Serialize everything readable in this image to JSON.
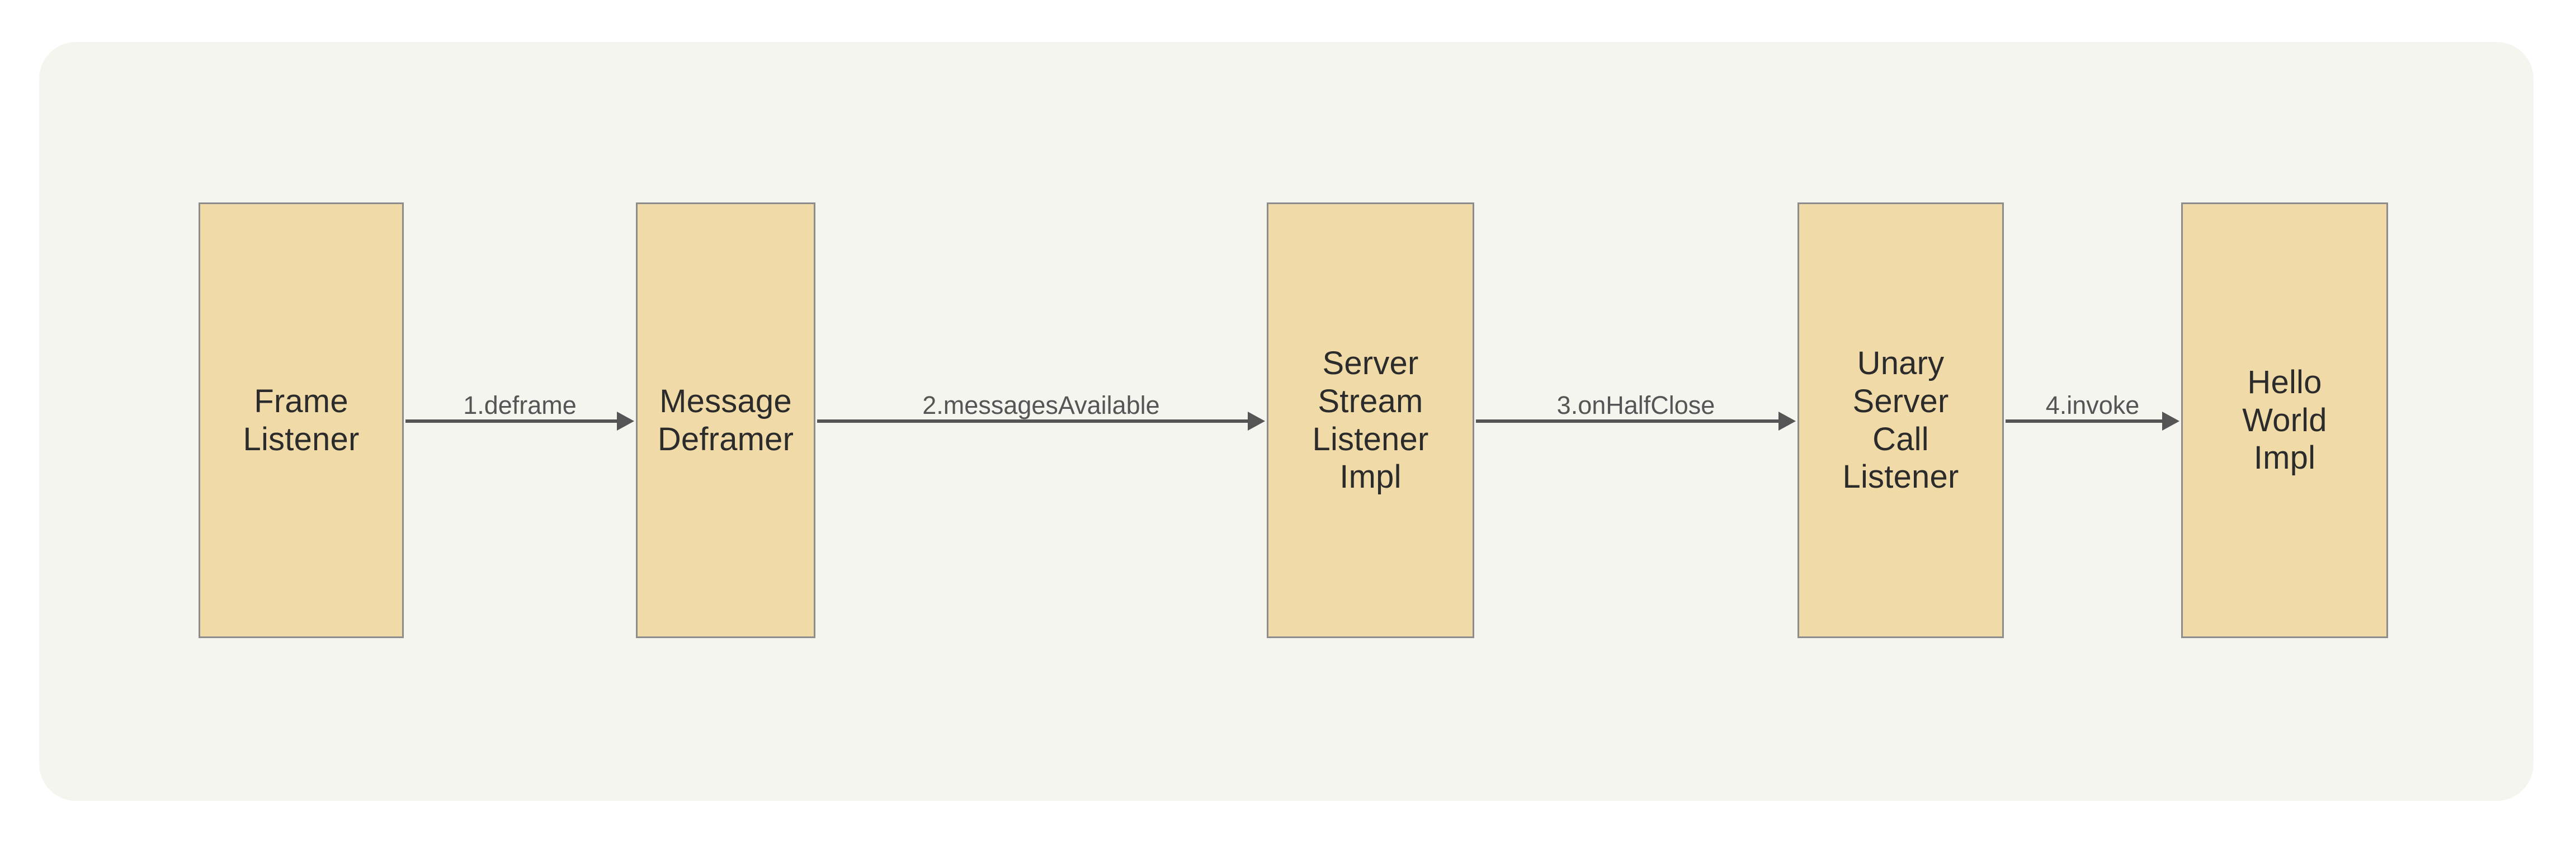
{
  "diagram": {
    "title": "gRPC server-side unary call dispatch flow",
    "type": "flow-diagram",
    "canvas": {
      "background_color": "#ffffff",
      "panel_color": "#f5f5f0",
      "panel_corner_radius": "66px"
    },
    "style": {
      "node_fill": "#f0dba8",
      "node_border": "#8c8c8c",
      "node_text_color": "#2b2b2b",
      "edge_color": "#555555",
      "edge_label_color": "#555555"
    },
    "nodes": [
      {
        "id": "frame-listener",
        "label": "Frame\nListener",
        "lines": [
          "Frame",
          "Listener"
        ]
      },
      {
        "id": "message-deframer",
        "label": "Message\nDeframer",
        "lines": [
          "Message",
          "Deframer"
        ]
      },
      {
        "id": "server-stream-listener-impl",
        "label": "Server\nStream\nListener\nImpl",
        "lines": [
          "Server",
          "Stream",
          "Listener",
          "Impl"
        ]
      },
      {
        "id": "unary-server-call-listener",
        "label": "Unary\nServer\nCall\nListener",
        "lines": [
          "Unary",
          "Server",
          "Call",
          "Listener"
        ]
      },
      {
        "id": "hello-world-impl",
        "label": "Hello\nWorld\nImpl",
        "lines": [
          "Hello",
          "World",
          "Impl"
        ]
      }
    ],
    "edges": [
      {
        "id": "edge-1",
        "label": "1.deframe",
        "step": "1",
        "method": "deframe",
        "from": "frame-listener",
        "to": "message-deframer"
      },
      {
        "id": "edge-2",
        "label": "2.messagesAvailable",
        "step": "2",
        "method": "messagesAvailable",
        "from": "message-deframer",
        "to": "server-stream-listener-impl"
      },
      {
        "id": "edge-3",
        "label": "3.onHalfClose",
        "step": "3",
        "method": "onHalfClose",
        "from": "server-stream-listener-impl",
        "to": "unary-server-call-listener"
      },
      {
        "id": "edge-4",
        "label": "4.invoke",
        "step": "4",
        "method": "invoke",
        "from": "unary-server-call-listener",
        "to": "hello-world-impl"
      }
    ]
  }
}
